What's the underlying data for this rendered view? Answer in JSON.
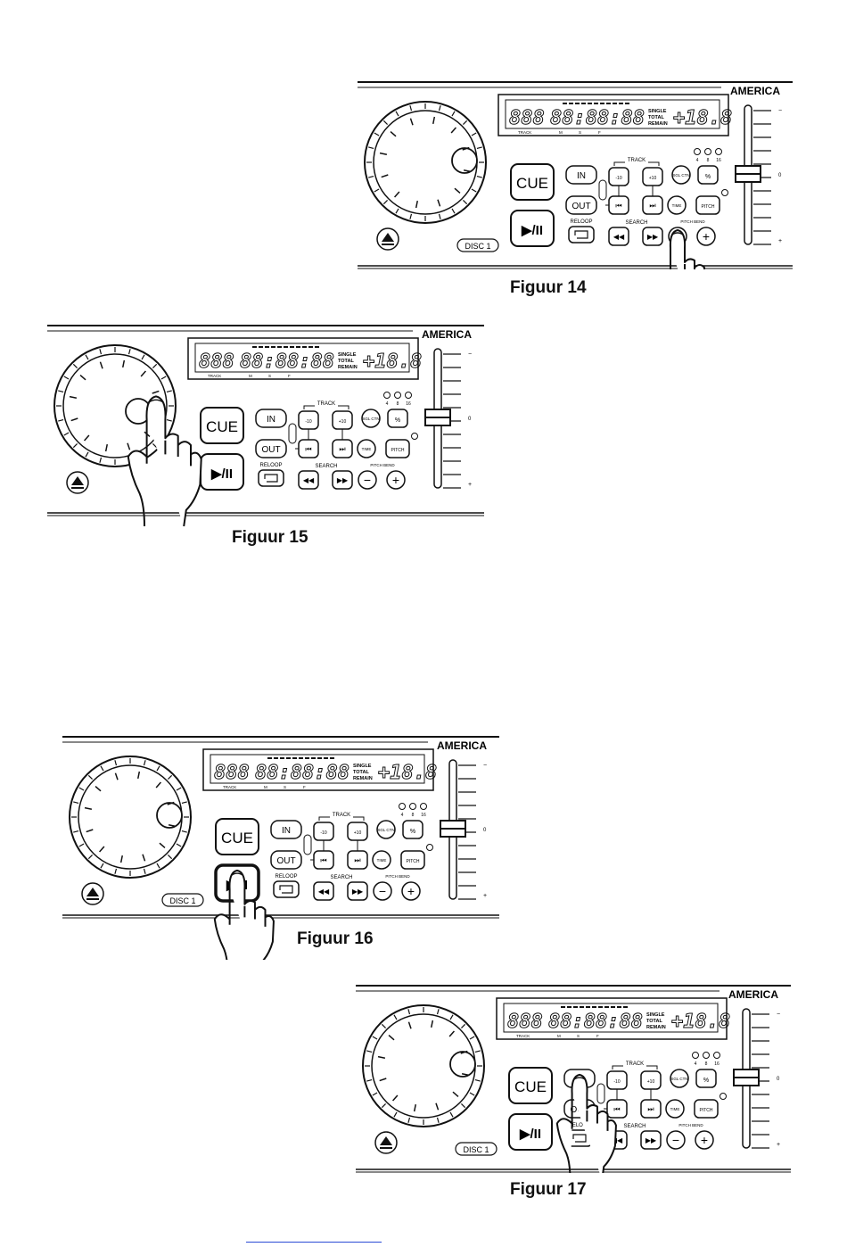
{
  "brand": "AMERICA",
  "panel": {
    "display_digits": "888",
    "display_time": "88:88:88",
    "display_pitch": "+18.8",
    "display_modes": [
      "SINGLE",
      "TOTAL",
      "REMAIN"
    ],
    "display_sub_labels": [
      "TRACK",
      "M",
      "S",
      "F"
    ],
    "cue_label": "CUE",
    "play_label": "▶/II",
    "in_label": "IN",
    "out_label": "OUT",
    "reloop_label": "RELOOP",
    "track_label": "TRACK",
    "search_label": "SEARCH",
    "pitch_bend_label": "PITCH BEND",
    "time_label": "TIME",
    "pitch_label": "PITCH",
    "sgl_ctn_label": "SGL CTN",
    "percent_label": "%",
    "pitch_range_labels": [
      "4",
      "8",
      "16"
    ],
    "disc_label": "DISC 1",
    "minus_label": "−",
    "plus_label": "+",
    "fader_zero": "0"
  },
  "figures": [
    {
      "caption": "Figuur 14"
    },
    {
      "caption": "Figuur 15"
    },
    {
      "caption": "Figuur 16"
    },
    {
      "caption": "Figuur 17"
    }
  ]
}
